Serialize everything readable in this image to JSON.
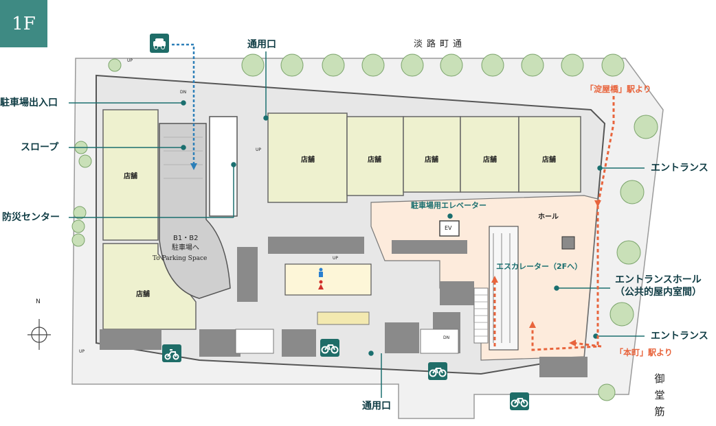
{
  "floor": "1F",
  "streets": {
    "top": "淡路町通",
    "right": "御堂筋"
  },
  "callouts": {
    "staff_entrance_top": "通用口",
    "staff_entrance_bottom": "通用口",
    "parking_entrance": "駐車場出入口",
    "slope": "スロープ",
    "disaster_center": "防災センター",
    "entrance_upper": "エントランス",
    "entrance_lower": "エントランス",
    "entrance_hall_line1": "エントランスホール",
    "entrance_hall_line2": "（公共的屋内室間）"
  },
  "routes": {
    "yodoyabashi": "「淀屋橋」駅より",
    "honmachi": "「本町」駅より"
  },
  "rooms": {
    "shop": "店舗",
    "hall": "ホール",
    "parking_elevator": "駐車場用エレベーター",
    "escalator": "エスカレーター（2Fへ）",
    "ev": "EV",
    "parking_line1": "B1・B2",
    "parking_line2": "駐車場へ",
    "parking_line3": "To Parking Space"
  },
  "marks": {
    "north": "N",
    "up": "UP",
    "dn": "DN"
  },
  "icons": [
    "car-icon",
    "motorcycle-icon",
    "bicycle-icon",
    "bicycle-icon",
    "bicycle-icon",
    "tree-icon",
    "restroom-icon"
  ],
  "colors": {
    "teal": "#3e8a83",
    "route": "#e8643c",
    "shop": "#eef1cf",
    "hall": "#fdebdc",
    "wall": "#6b6b6b",
    "tree": "#c9e0b8"
  }
}
